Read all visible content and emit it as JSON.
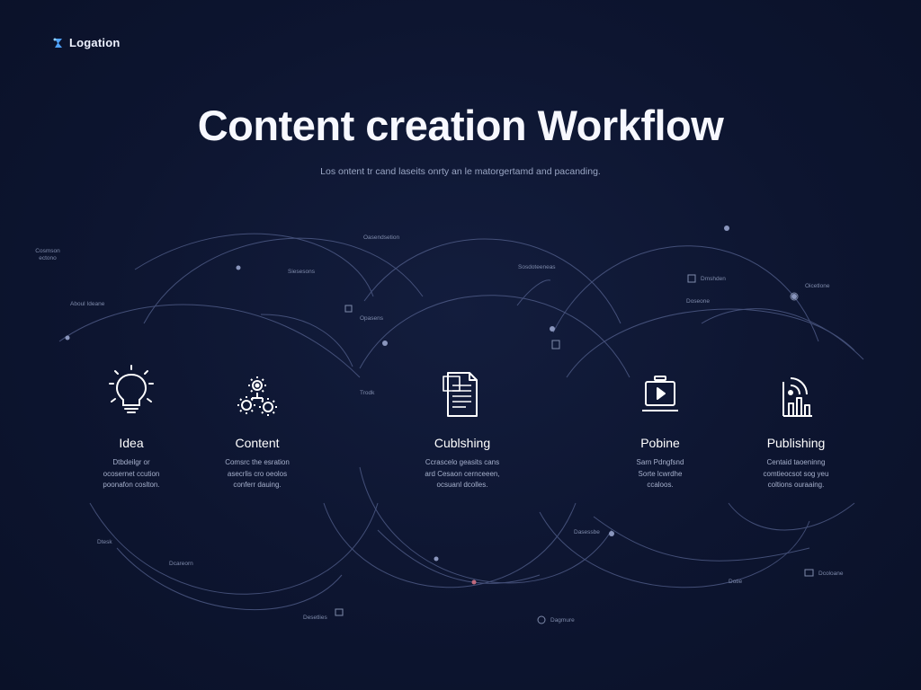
{
  "header": {
    "logo_text": "Logation",
    "title": "Content creation Workflow",
    "subtitle": "Los ontent tr cand laseits onrty an le matorgertamd and pacanding."
  },
  "stages": [
    {
      "label": "Idea",
      "icon": "lightbulb-icon",
      "desc_line1": "Dtbdeilgr or",
      "desc_line2": "ocosernet ccution",
      "desc_line3": "poonafon coslton."
    },
    {
      "label": "Content",
      "icon": "gears-icon",
      "desc_line1": "Comsrc the esration",
      "desc_line2": "asecrlis cro oeolos",
      "desc_line3": "conferr dauing."
    },
    {
      "label": "Cublshing",
      "icon": "document-icon",
      "desc_line1": "Ccrascelo geasits cans",
      "desc_line2": "ard Cesaon cernceeen,",
      "desc_line3": "ocsuanl dcolles."
    },
    {
      "label": "Pobine",
      "icon": "video-screen-icon",
      "desc_line1": "Sarn Pdngfsnd",
      "desc_line2": "Sorte lcwrdhe",
      "desc_line3": "ccaloos."
    },
    {
      "label": "Publishing",
      "icon": "signal-chart-icon",
      "desc_line1": "Centaid taoeninng",
      "desc_line2": "comtieocsot sog yeu",
      "desc_line3": "coltions ouraaing."
    }
  ],
  "annotations": {
    "a1a": "Cosmson",
    "a1b": "ectono",
    "a2": "Aboul Ideane",
    "a3": "Oasendsetion",
    "a4": "Siesesons",
    "a5": "Opasens",
    "a6": "Sosdoteeneas",
    "a7": "Trodk",
    "a8": "Dmshden",
    "a9": "Doseone",
    "a10": "Oicetlone",
    "a11": "Dtesk",
    "a12": "Dcareorn",
    "a13": "Dasessbe",
    "a14": "Desetlies",
    "a15": "Dagmure",
    "a16": "Dotie",
    "a17": "Dcoloane"
  },
  "colors": {
    "background": "#0d1530",
    "accent": "#4fa3ff",
    "text_primary": "#ffffff",
    "text_secondary": "#a6b0cc",
    "arc": "#5d6a96"
  }
}
